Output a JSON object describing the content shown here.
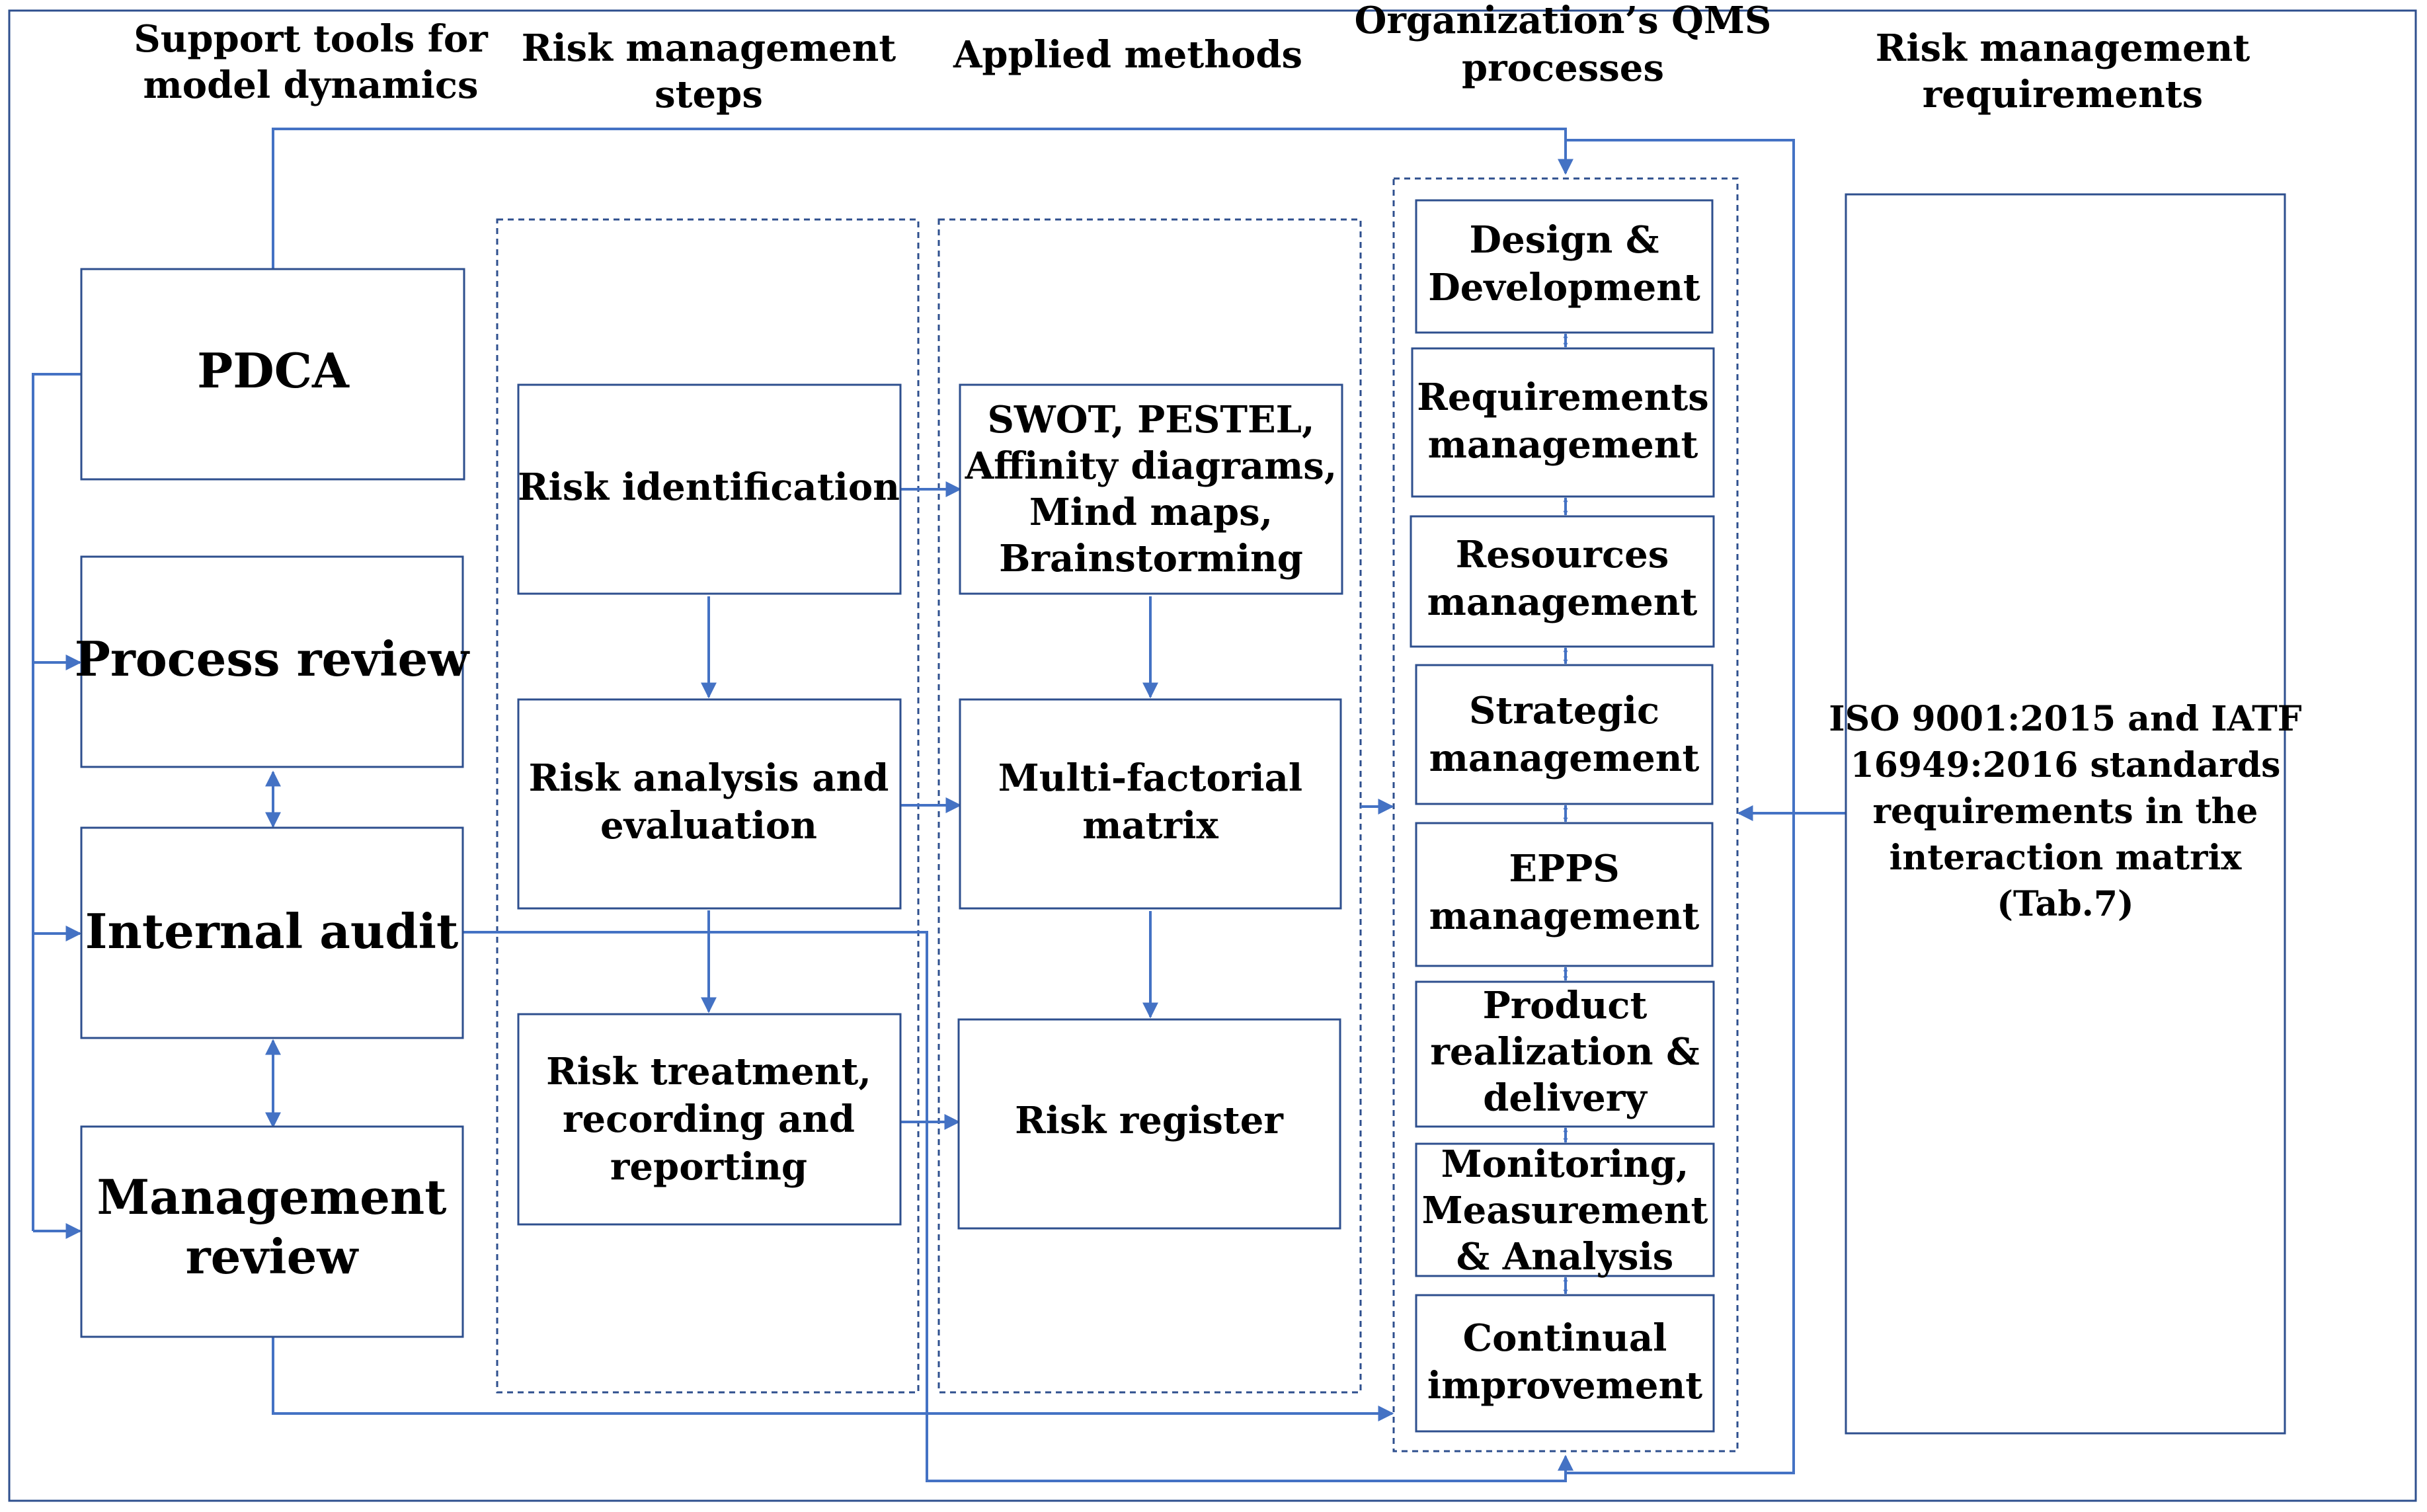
{
  "diagram": {
    "headers": {
      "support_tools": [
        "Support tools for",
        "model dynamics"
      ],
      "risk_steps": [
        "Risk management",
        "steps"
      ],
      "applied_methods": [
        "Applied methods"
      ],
      "qms_processes": [
        "Organization’s QMS",
        "processes"
      ],
      "requirements": [
        "Risk management",
        "requirements"
      ]
    },
    "support_tools": {
      "pdca": [
        "PDCA"
      ],
      "process_review": [
        "Process review"
      ],
      "internal_audit": [
        "Internal audit"
      ],
      "management_review": [
        "Management",
        "review"
      ]
    },
    "risk_steps": {
      "identification": [
        "Risk identification"
      ],
      "analysis": [
        "Risk analysis and",
        "evaluation"
      ],
      "treatment": [
        "Risk treatment,",
        "recording and",
        "reporting"
      ]
    },
    "methods": {
      "identification_methods": [
        "SWOT, PESTEL,",
        "Affinity diagrams,",
        "Mind maps,",
        "Brainstorming"
      ],
      "matrix": [
        "Multi-factorial",
        "matrix"
      ],
      "register": [
        "Risk register"
      ]
    },
    "qms_processes": [
      [
        "Design &",
        "Development"
      ],
      [
        "Requirements",
        "management"
      ],
      [
        "Resources",
        "management"
      ],
      [
        "Strategic",
        "management"
      ],
      [
        "EPPS",
        "management"
      ],
      [
        "Product",
        "realization &",
        "delivery"
      ],
      [
        "Monitoring,",
        "Measurement",
        "& Analysis"
      ],
      [
        "Continual",
        "improvement"
      ]
    ],
    "iso_requirements": [
      "ISO 9001:2015 and IATF",
      "16949:2016 standards",
      "requirements in the",
      "interaction matrix",
      "(Tab.7)"
    ]
  }
}
